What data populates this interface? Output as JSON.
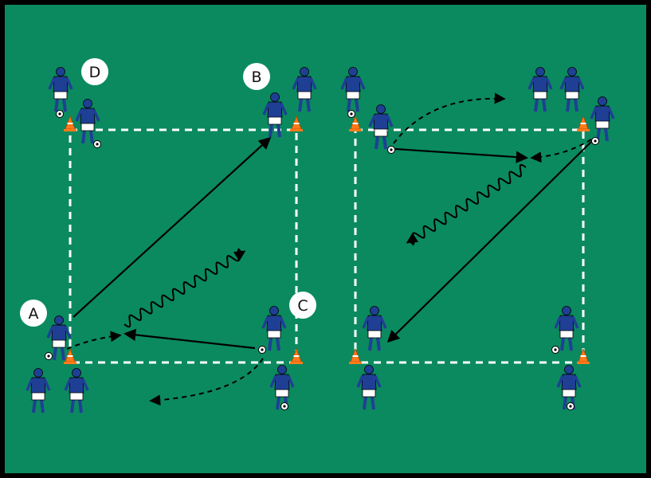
{
  "diagram": {
    "colors": {
      "field": "#0b8a5f",
      "border": "#000000",
      "lines": "#ffffff",
      "shirt": "#1f3f95",
      "shorts": "#ffffff",
      "cone": "#ff7a1a",
      "arrow": "#000000"
    },
    "player_labels": {
      "a": "A",
      "b": "B",
      "c": "C",
      "d": "D"
    },
    "left_drill": {
      "passes": [
        {
          "from": "A",
          "to": "B",
          "style": "pass-solid"
        },
        {
          "from": "C",
          "to": "center",
          "style": "pass-solid"
        }
      ],
      "runs": [
        {
          "from": "A",
          "to": "center",
          "style": "run-dashed"
        },
        {
          "from": "C",
          "to": "outside-left",
          "style": "run-dashed-curved"
        }
      ],
      "dribbles": [
        {
          "from": "center",
          "to": "upper-right",
          "style": "dribble-wavy"
        }
      ]
    },
    "right_drill": {
      "passes": [
        {
          "from": "top-left",
          "to": "center-top",
          "style": "pass-solid"
        },
        {
          "from": "top-right",
          "to": "bottom-left",
          "style": "pass-solid"
        }
      ],
      "runs": [
        {
          "from": "top-left",
          "to": "top-right-outside",
          "style": "run-dashed-curved"
        },
        {
          "from": "top-right",
          "to": "center-top",
          "style": "run-dashed"
        }
      ],
      "dribbles": [
        {
          "from": "center-top",
          "to": "middle-left",
          "style": "dribble-wavy"
        }
      ]
    }
  }
}
